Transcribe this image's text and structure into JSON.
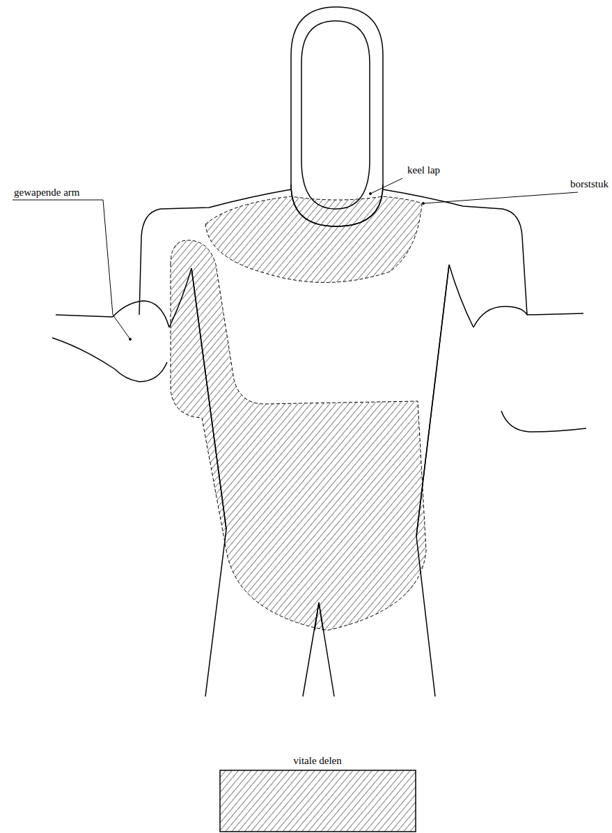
{
  "diagram": {
    "labels": [
      "keel lap",
      "borststuk",
      "gewapende arm"
    ],
    "legend": [
      {
        "text": "vitale delen"
      }
    ]
  }
}
